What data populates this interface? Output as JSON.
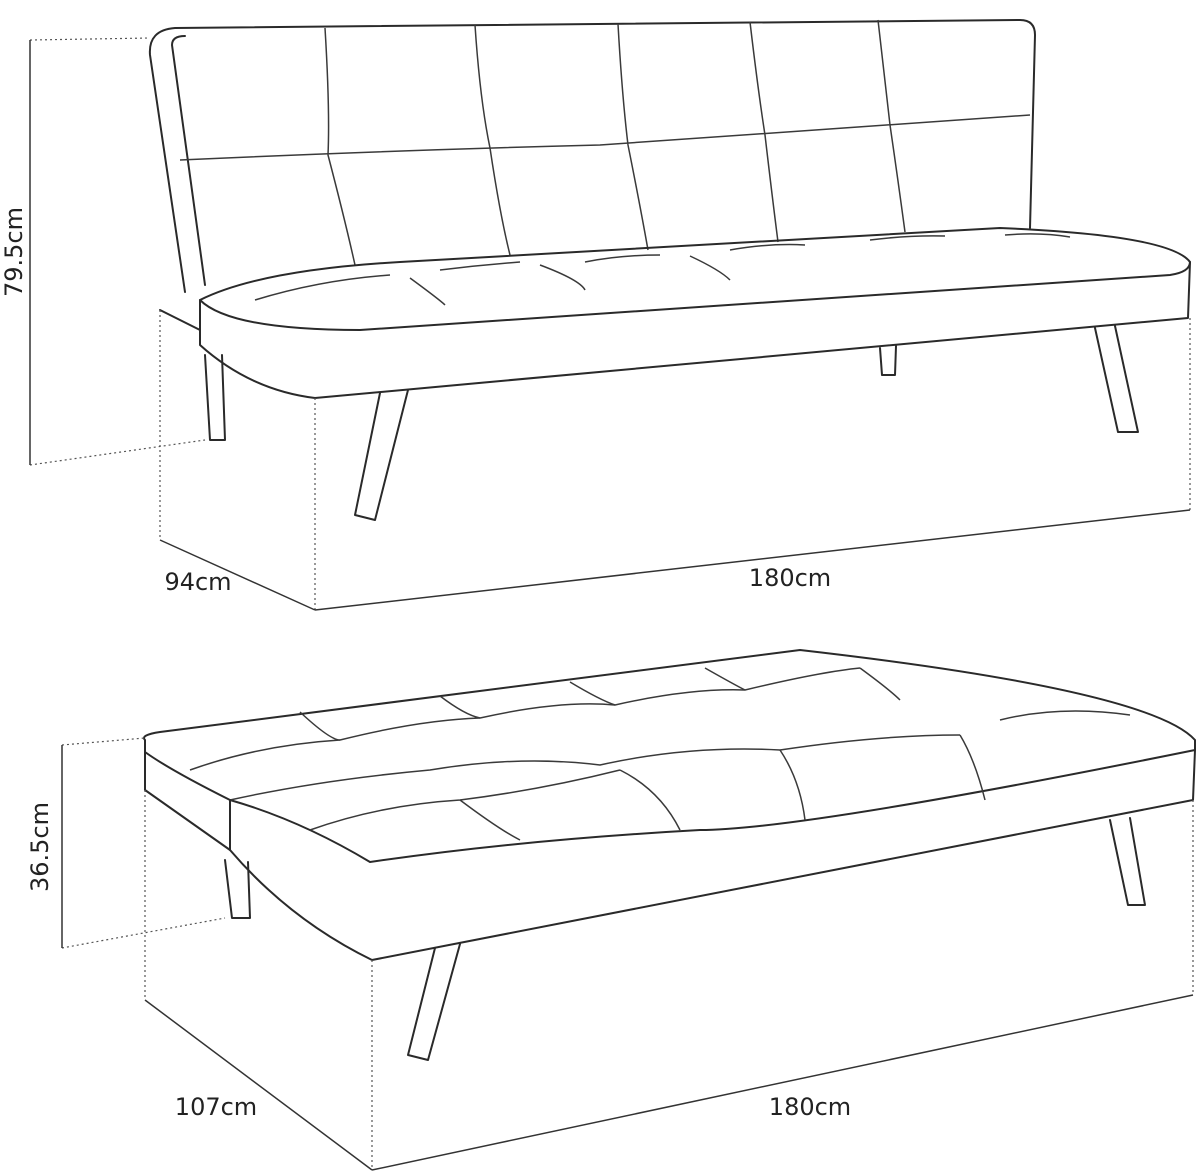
{
  "sofa_upright": {
    "height_label": "79.5cm",
    "depth_label": "94cm",
    "width_label": "180cm"
  },
  "sofa_bed": {
    "height_label": "36.5cm",
    "depth_label": "107cm",
    "width_label": "180cm"
  },
  "colors": {
    "line": "#2a2a2a",
    "background": "#ffffff"
  }
}
